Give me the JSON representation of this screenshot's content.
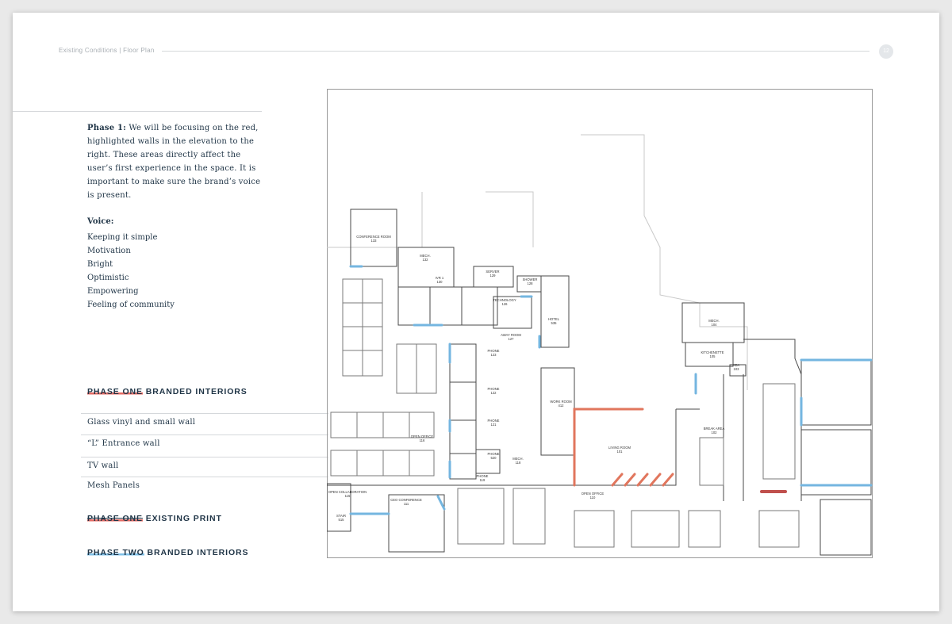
{
  "header": {
    "title": "Existing Conditions | Floor Plan",
    "page_number": "12"
  },
  "sidebar": {
    "phase_label": "Phase 1:",
    "phase_text": " We will be focusing on the red, highlighted walls in the elevation to the right. These areas directly affect the user’s first experience in the space. It is important to make sure the brand’s voice is present.",
    "voice_heading": "Voice:",
    "voice_items": [
      "Keeping it simple",
      "Motivation",
      "Bright",
      "Optimistic",
      "Empowering",
      "Feeling of community"
    ]
  },
  "legend": {
    "phase_one_highlight": "PHASE ONE",
    "branded_suffix": " BRANDED INTERIORS",
    "items": [
      "Glass vinyl and small wall",
      "“L” Entrance wall",
      "TV wall",
      "Mesh Panels"
    ],
    "existing_prefix": "PHASE ONE",
    "existing_suffix": " EXISTING PRINT",
    "phase_two_highlight": "PHASE TWO",
    "phase_two_suffix": " BRANDED INTERIORS"
  },
  "floor_plan": {
    "colors": {
      "line": "#4a4a4a",
      "faint": "#bdbdbd",
      "red": "#e1765d",
      "blue": "#74b6e0"
    },
    "rooms": [
      {
        "name": "CONFERENCE ROOM",
        "num": "133"
      },
      {
        "name": "MECH.",
        "num": "132"
      },
      {
        "name": "IVR 1",
        "num": "130"
      },
      {
        "name": "SERVER",
        "num": "129"
      },
      {
        "name": "SHOWER",
        "num": "128"
      },
      {
        "name": "TECHNOLOGY",
        "num": "126"
      },
      {
        "name": "HOTEL",
        "num": "535"
      },
      {
        "name": "AWAY ROOM",
        "num": "127"
      },
      {
        "name": "PHONE",
        "num": "123"
      },
      {
        "name": "PHONE",
        "num": "122"
      },
      {
        "name": "PHONE",
        "num": "121"
      },
      {
        "name": "PHONE",
        "num": "520"
      },
      {
        "name": "MECH.",
        "num": "118"
      },
      {
        "name": "WORK ROOM",
        "num": "412"
      },
      {
        "name": "OPEN OFFICE",
        "num": "116"
      },
      {
        "name": "PHONE",
        "num": "119"
      },
      {
        "name": "LIVING ROOM",
        "num": "101"
      },
      {
        "name": "MECH.",
        "num": "104"
      },
      {
        "name": "KITCHENETTE",
        "num": "105"
      },
      {
        "name": "ADA",
        "num": "103"
      },
      {
        "name": "BREAK AREA",
        "num": "102"
      },
      {
        "name": "OPEN OFFICE",
        "num": "110"
      },
      {
        "name": "OPEN COLLABORATION",
        "num": "115"
      },
      {
        "name": "CEO CONFERENCE",
        "num": "111"
      },
      {
        "name": "STAIR",
        "num": "515"
      }
    ]
  }
}
